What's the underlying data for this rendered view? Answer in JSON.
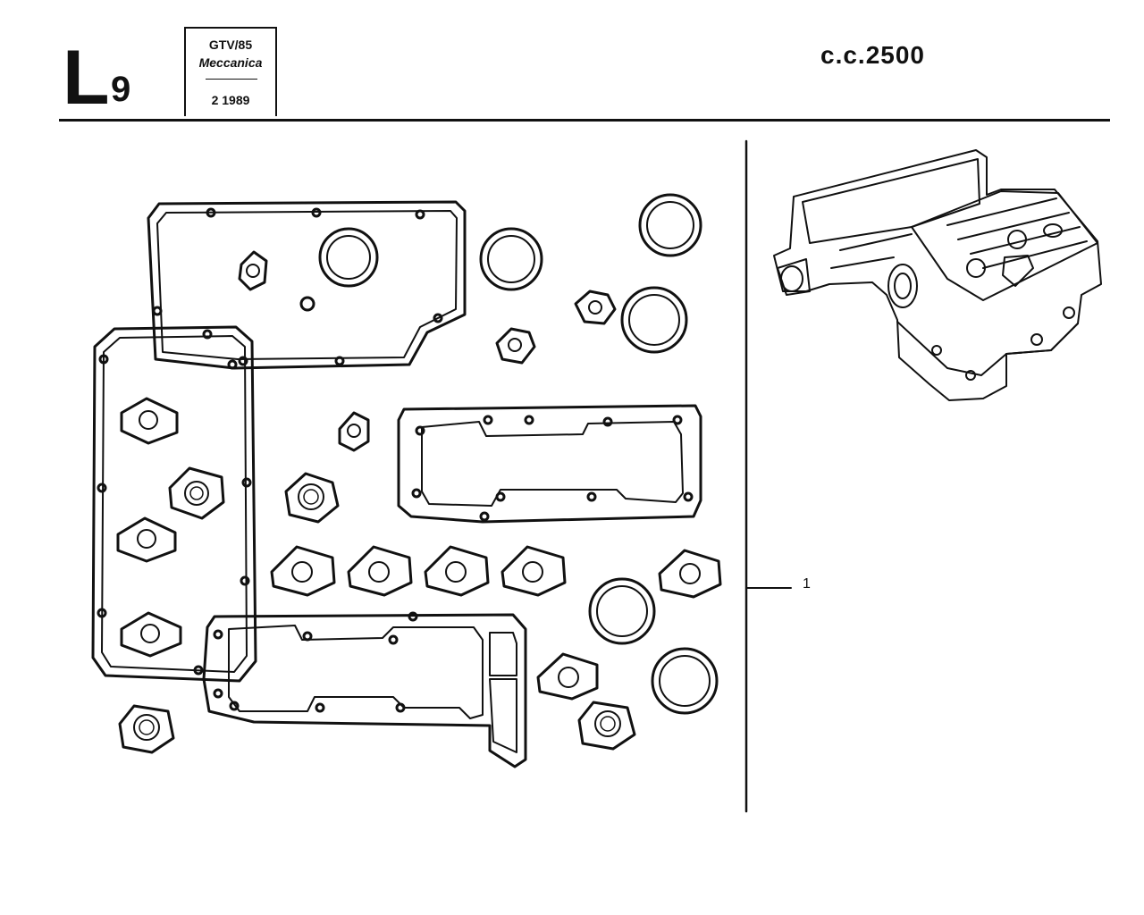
{
  "header": {
    "section_letter": "L",
    "section_number": "9",
    "model": "GTV/85",
    "category": "Meccanica",
    "date": "2 1989",
    "displacement": "c.c.2500"
  },
  "callouts": [
    "1"
  ]
}
